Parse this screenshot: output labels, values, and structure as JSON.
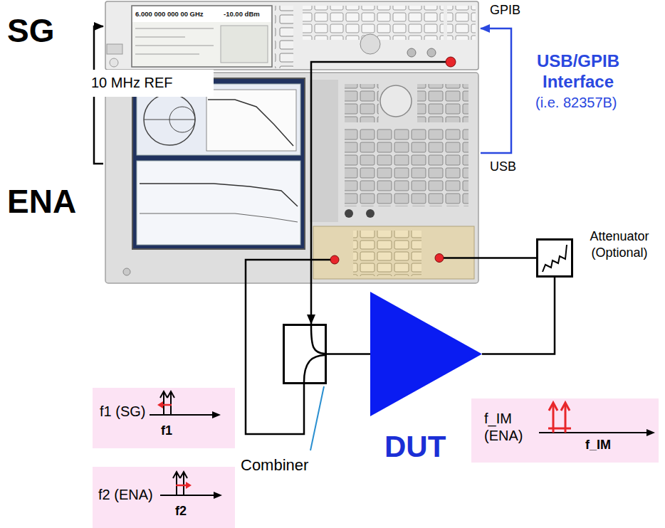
{
  "diagram": {
    "nodes": [
      {
        "text": [
          "SG"
        ]
      },
      {
        "text": [
          "ENA"
        ]
      },
      {
        "text": [
          "Attenuator (Optional)"
        ]
      },
      {
        "text": [
          "Combiner"
        ]
      },
      {
        "text": [
          "DUT"
        ]
      },
      {
        "text": [
          "f1 (SG)",
          "f1"
        ]
      },
      {
        "text": [
          "f2 (ENA)",
          "f2"
        ]
      },
      {
        "text": [
          "f_IM (ENA)",
          "f_IM"
        ]
      }
    ],
    "edges": [
      {
        "from": 1,
        "to": 0,
        "arrow": "to",
        "label": "10 MHz REF"
      },
      {
        "from": 1,
        "to": 0,
        "arrow": "to",
        "label": "USB/GPIB Interface"
      },
      {
        "from": 0,
        "to": 3,
        "arrow": "to"
      },
      {
        "from": 1,
        "to": 3,
        "arrow": "none"
      },
      {
        "from": 3,
        "to": 4,
        "arrow": "none"
      },
      {
        "from": 4,
        "to": 2,
        "arrow": "none"
      },
      {
        "from": 2,
        "to": 1,
        "arrow": "none"
      }
    ],
    "labels": [
      "GPIB",
      "USB",
      "(i.e. 82357B)",
      "6.000 000 000 00 GHz",
      "-10.00 dBm"
    ]
  }
}
